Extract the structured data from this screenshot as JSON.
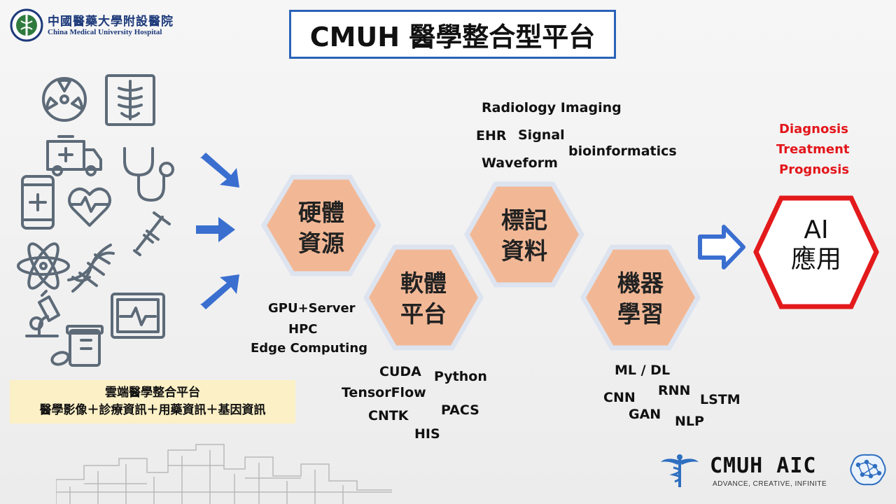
{
  "logo": {
    "chinese": "中國醫藥大學附設醫院",
    "english": "China Medical University Hospital"
  },
  "title": "CMUH 醫學整合型平台",
  "hexagons": [
    {
      "key": "hardware",
      "line1": "硬體",
      "line2": "資源"
    },
    {
      "key": "software",
      "line1": "軟體",
      "line2": "平台"
    },
    {
      "key": "data",
      "line1": "標記",
      "line2": "資料"
    },
    {
      "key": "ml",
      "line1": "機器",
      "line2": "學習"
    }
  ],
  "hardware_terms": [
    "GPU+Server",
    "HPC",
    "Edge Computing"
  ],
  "software_terms": [
    "CUDA",
    "Python",
    "TensorFlow",
    "CNTK",
    "PACS",
    "HIS"
  ],
  "data_terms": [
    "Radiology Imaging",
    "EHR",
    "Signal",
    "bioinformatics",
    "Waveform"
  ],
  "ml_terms": [
    "ML / DL",
    "CNN",
    "RNN",
    "LSTM",
    "GAN",
    "NLP"
  ],
  "outcomes": [
    "Diagnosis",
    "Treatment",
    "Prognosis"
  ],
  "ai": {
    "line1": "AI",
    "line2": "應用"
  },
  "cloud_box": {
    "line1": "雲端醫學整合平台",
    "line2": "醫學影像＋診療資訊＋用藥資訊＋基因資訊"
  },
  "footer_logo": {
    "name": "CMUH AIC",
    "tagline": "ADVANCE, CREATIVE, INFINITE"
  },
  "colors": {
    "hex_fill": "#f2b896",
    "hex_border": "#dde4f0",
    "arrow_blue": "#3a6fd0",
    "icon_gray": "#5d6a78",
    "ai_border": "#e31a1c",
    "outcome_red": "#e3161b",
    "title_border": "#2a63b8",
    "cloud_box_fill": "#fbf0c6"
  },
  "icons": [
    "radiation-icon",
    "xray-icon",
    "ambulance-icon",
    "stethoscope-icon",
    "mobile-health-icon",
    "heartbeat-icon",
    "crutch-icon",
    "atom-icon",
    "dna-icon",
    "monitor-ecg-icon",
    "microscope-icon",
    "pill-bottle-icon"
  ]
}
